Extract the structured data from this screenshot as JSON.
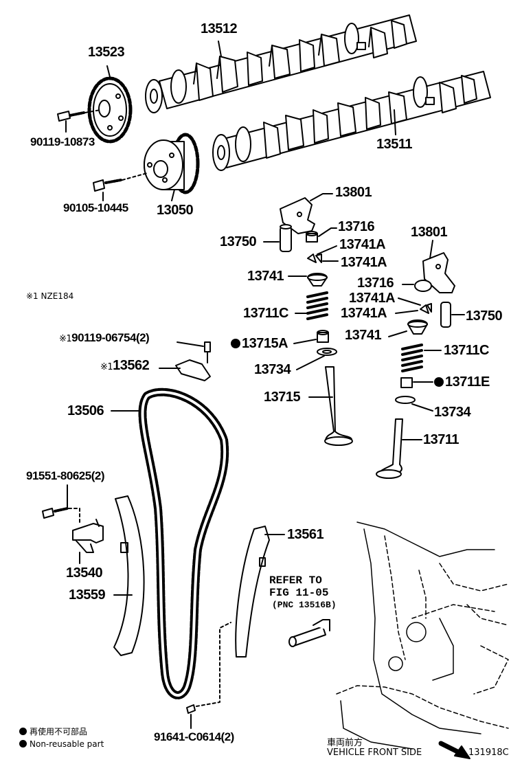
{
  "parts": {
    "p13512": "13512",
    "p13523": "13523",
    "p90119_10873": "90119-10873",
    "p13511": "13511",
    "p90105_10445": "90105-10445",
    "p13050": "13050",
    "p13801_a": "13801",
    "p13716_a": "13716",
    "p13750_a": "13750",
    "p13741A_1": "13741A",
    "p13741A_2": "13741A",
    "p13741_a": "13741",
    "p13801_b": "13801",
    "p13716_b": "13716",
    "p13741A_3": "13741A",
    "p13741A_4": "13741A",
    "p13750_b": "13750",
    "p13711C_a": "13711C",
    "p13741_b": "13741",
    "p13715A": "13715A",
    "p13711C_b": "13711C",
    "p90119_06754": "90119-06754(2)",
    "p13562": "13562",
    "p13734_a": "13734",
    "p13711E": "13711E",
    "p13715": "13715",
    "p13734_b": "13734",
    "p13506": "13506",
    "p13711": "13711",
    "p91551_80625": "91551-80625(2)",
    "p13561": "13561",
    "p13540": "13540",
    "p13559": "13559",
    "p91641_C0614": "91641-C0614(2)"
  },
  "refer": {
    "line1": "REFER TO",
    "line2": "FIG 11-05",
    "line3": "(PNC 13516B)"
  },
  "notes": {
    "model_mark": "※1",
    "model_name": "NZE184",
    "mark1": "※1",
    "mark2": "※1",
    "legend_jp": "再使用不可部品",
    "legend_en": "Non-reusable part",
    "front_jp": "車両前方",
    "front_en": "VEHICLE FRONT SIDE",
    "fig_id": "131918C"
  }
}
